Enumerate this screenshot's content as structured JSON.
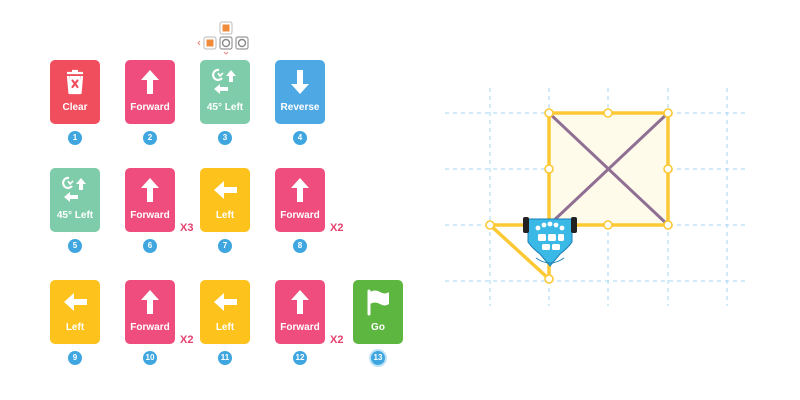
{
  "colors": {
    "red": "#f04e5d",
    "pink": "#ee4d7d",
    "green": "#7ecca9",
    "blue": "#4ea8e4",
    "yellow": "#fdc21c",
    "go_green": "#5cb63f",
    "badge": "#3fa6df",
    "path": "#fcc934",
    "diagonal": "#8f6f94",
    "grid": "#a7d7f2",
    "square_fill": "#fffbea"
  },
  "cards": [
    {
      "label": "Clear",
      "icon": "trash-x-icon",
      "color": "red",
      "number": "1"
    },
    {
      "label": "Forward",
      "icon": "arrow-up-icon",
      "color": "pink",
      "number": "2"
    },
    {
      "label": "45° Left",
      "icon": "rotate-left-icon",
      "color": "green",
      "number": "3"
    },
    {
      "label": "Reverse",
      "icon": "arrow-down-icon",
      "color": "blue",
      "number": "4"
    },
    {
      "label": "45° Left",
      "icon": "rotate-left-icon",
      "color": "green",
      "number": "5"
    },
    {
      "label": "Forward",
      "icon": "arrow-up-icon",
      "color": "pink",
      "number": "6",
      "multiplier": "X3"
    },
    {
      "label": "Left",
      "icon": "arrow-left-icon",
      "color": "yellow",
      "number": "7"
    },
    {
      "label": "Forward",
      "icon": "arrow-up-icon",
      "color": "pink",
      "number": "8",
      "multiplier": "X2"
    },
    {
      "label": "Left",
      "icon": "arrow-left-icon",
      "color": "yellow",
      "number": "9"
    },
    {
      "label": "Forward",
      "icon": "arrow-up-icon",
      "color": "pink",
      "number": "10",
      "multiplier": "X2"
    },
    {
      "label": "Left",
      "icon": "arrow-left-icon",
      "color": "yellow",
      "number": "11"
    },
    {
      "label": "Forward",
      "icon": "arrow-up-icon",
      "color": "pink",
      "number": "12",
      "multiplier": "X2"
    },
    {
      "label": "Go",
      "icon": "flag-icon",
      "color": "go_green",
      "number": "13"
    }
  ]
}
